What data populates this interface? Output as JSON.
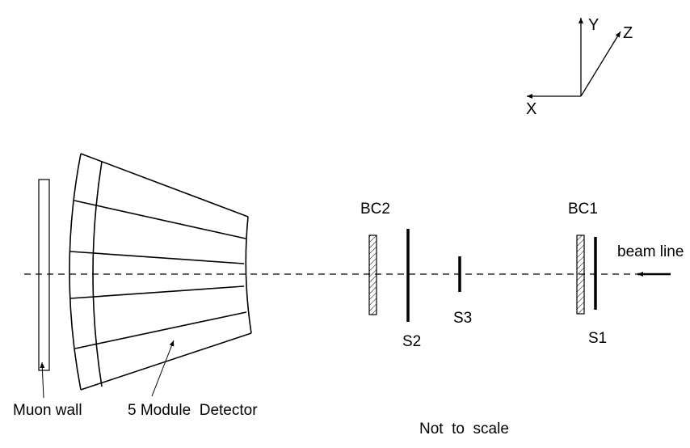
{
  "axes": {
    "x_label": "X",
    "y_label": "Y",
    "z_label": "Z"
  },
  "labels": {
    "bc2": "BC2",
    "bc1": "BC1",
    "s1": "S1",
    "s2": "S2",
    "s3": "S3",
    "beam_line": "beam line",
    "muon_wall": "Muon wall",
    "detector": "5 Module  Detector",
    "scale_note": "Not  to  scale"
  },
  "colors": {
    "line": "#000000",
    "background": "#ffffff"
  }
}
